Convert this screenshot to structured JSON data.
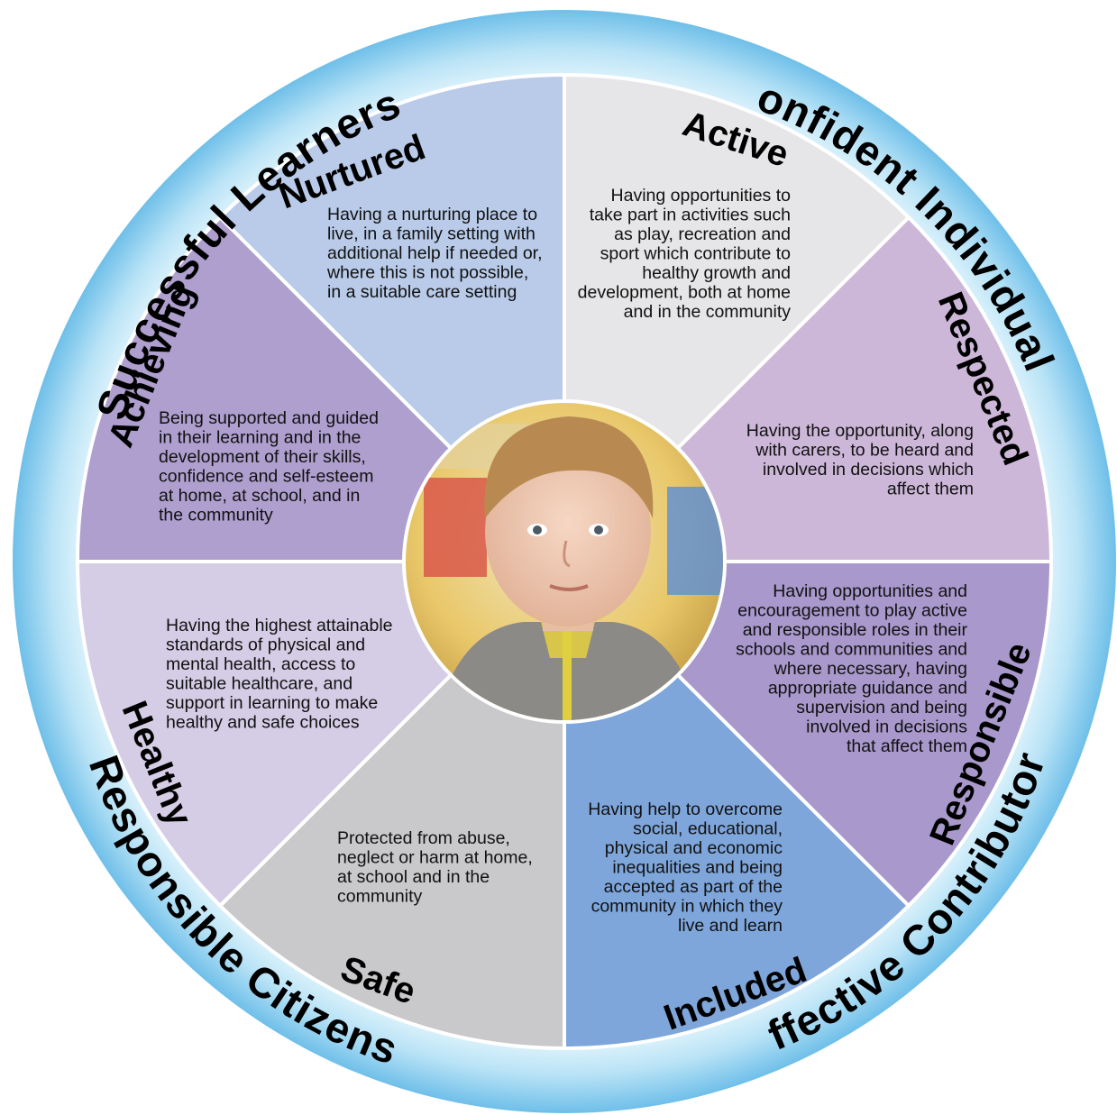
{
  "outer_ring_labels": {
    "top_left": "Successful Learners",
    "top_right": "Confident Individuals",
    "bottom_left": "Responsible Citizens",
    "bottom_right": "Effective Contributors"
  },
  "segments": [
    {
      "id": "nurtured",
      "title": "Nurtured",
      "color": "#e6e6e8",
      "description": [
        "Having a nurturing place to",
        "live, in a family setting with",
        "additional help if needed or,",
        "where this is not possible,",
        "in a suitable care setting"
      ]
    },
    {
      "id": "active",
      "title": "Active",
      "color": "#cdb7d9",
      "description": [
        "Having opportunities to",
        "take part in activities such",
        "as play, recreation and",
        "sport which contribute to",
        "healthy growth and",
        "development, both at home",
        "and in the community"
      ]
    },
    {
      "id": "respected",
      "title": "Respected",
      "color": "#a898cb",
      "description": [
        "Having the opportunity, along",
        "with carers, to be heard and",
        "involved in decisions which",
        "affect them"
      ]
    },
    {
      "id": "responsible",
      "title": "Responsible",
      "color": "#7ea6db",
      "description": [
        "Having opportunities and",
        "encouragement to play active",
        "and responsible roles in their",
        "schools and communities and",
        "where necessary, having",
        "appropriate guidance and",
        "supervision and being",
        "involved in decisions",
        "that affect them"
      ]
    },
    {
      "id": "included",
      "title": "Included",
      "color": "#c9c9cb",
      "description": [
        "Having help to overcome",
        "social, educational,",
        "physical and economic",
        "inequalities and being",
        "accepted as part of the",
        "community in which they",
        "live and learn"
      ]
    },
    {
      "id": "safe",
      "title": "Safe",
      "color": "#d5cde6",
      "description": [
        "Protected from abuse,",
        "neglect or harm at home,",
        "at school and in the",
        "community"
      ]
    },
    {
      "id": "healthy",
      "title": "Healthy",
      "color": "#ae9fce",
      "description": [
        "Having the highest attainable",
        "standards of physical and",
        "mental health, access to",
        "suitable healthcare, and",
        "support in learning to make",
        "healthy and safe choices"
      ]
    },
    {
      "id": "achieving",
      "title": "Achieving",
      "color": "#b9cbe9",
      "description": [
        "Being supported and guided",
        "in their learning and in the",
        "development of their skills,",
        "confidence and self-esteem",
        "at home, at school, and in",
        "the community"
      ]
    }
  ],
  "colors": {
    "ring_outer": "#7ec6ec",
    "ring_inner": "#d9f1fc",
    "divider": "#ffffff"
  },
  "center_image": "photo-of-young-child"
}
